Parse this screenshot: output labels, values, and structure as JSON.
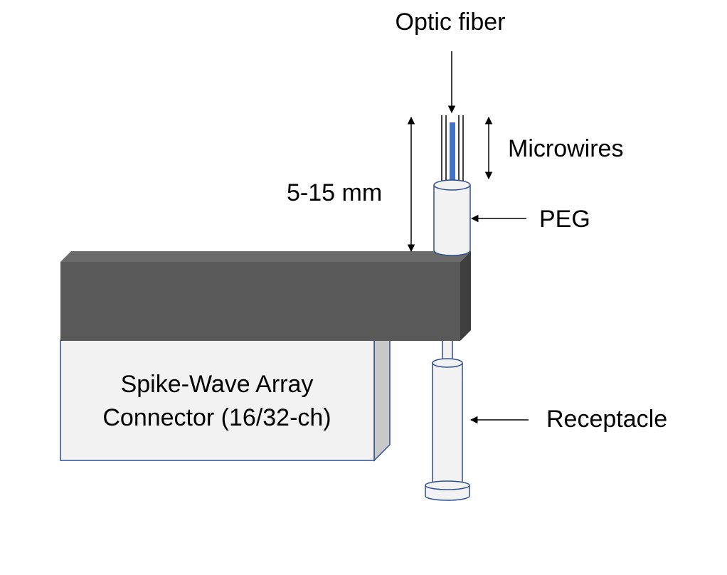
{
  "labels": {
    "optic_fiber": "Optic fiber",
    "microwires": "Microwires",
    "length": "5-15 mm",
    "peg": "PEG",
    "receptacle": "Receptacle",
    "connector_line1": "Spike-Wave Array",
    "connector_line2": "Connector (16/32-ch)"
  },
  "colors": {
    "bar_front": "#595959",
    "bar_top": "#6b6b6b",
    "bar_side": "#3f3f3f",
    "connector_fill": "#f2f2f2",
    "connector_side": "#c8c8c8",
    "outline": "#2f4f8f",
    "fiber": "#4472c4",
    "wire": "#000000",
    "cylinder_fill": "#f2f2f2"
  }
}
